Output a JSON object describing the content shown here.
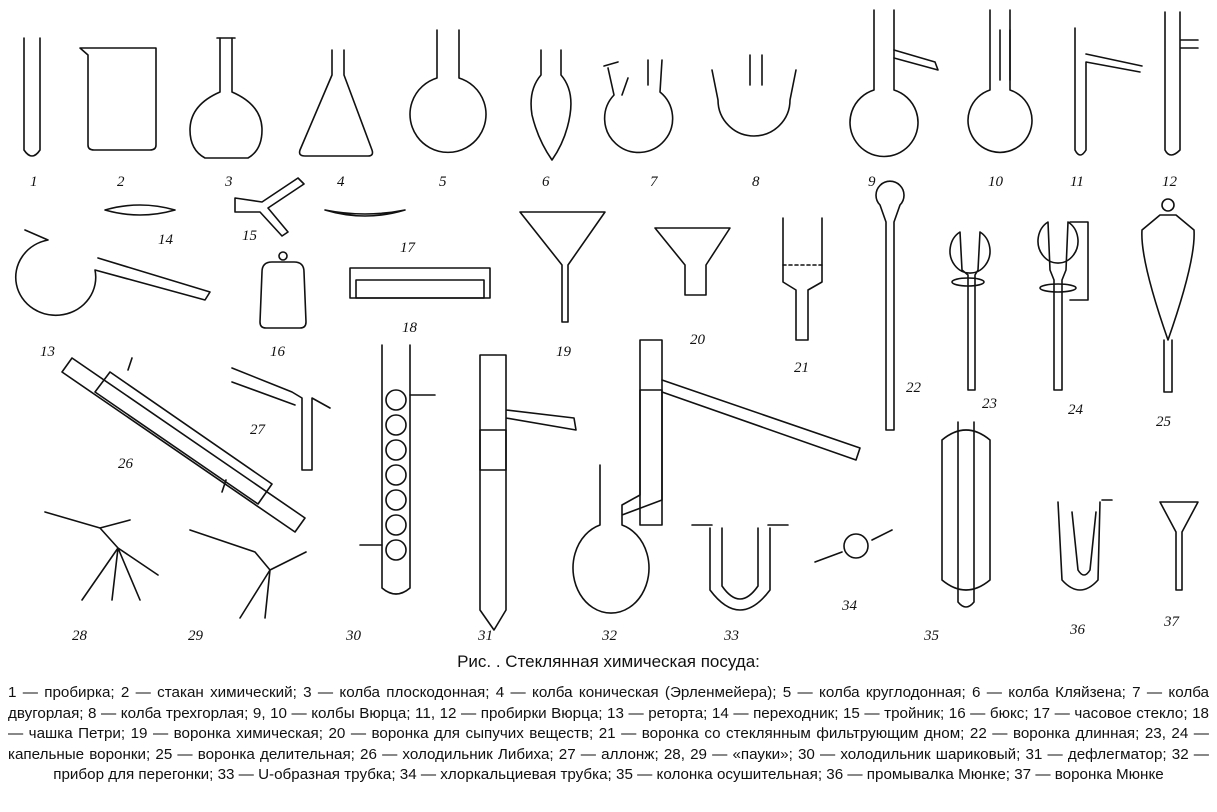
{
  "figure": {
    "labels": [
      "1",
      "2",
      "3",
      "4",
      "5",
      "6",
      "7",
      "8",
      "9",
      "10",
      "11",
      "12",
      "13",
      "14",
      "15",
      "16",
      "17",
      "18",
      "19",
      "20",
      "21",
      "22",
      "23",
      "24",
      "25",
      "26",
      "27",
      "28",
      "29",
      "30",
      "31",
      "32",
      "33",
      "34",
      "35",
      "36",
      "37"
    ]
  },
  "caption": "Рис.   . Стеклянная химическая посуда:",
  "legend": "1 — пробирка; 2 — стакан химический; 3 — колба плоскодонная; 4 — колба коническая (Эрленмейера); 5 — колба круглодонная; 6 — колба Кляйзена; 7 — колба двугорлая; 8 — колба трехгорлая; 9, 10 — колбы Вюрца; 11, 12 — пробирки Вюрца; 13 — реторта; 14 — переходник; 15 — тройник; 16 — бюкс; 17 — часовое стекло; 18 — чашка Петри; 19 — воронка химическая; 20 — воронка для сыпучих веществ; 21 — воронка со стеклянным фильтрующим дном; 22 — воронка длинная; 23, 24 — капельные воронки; 25 — воронка делительная; 26 — холодильник Либиха; 27 — аллонж; 28, 29 — «пауки»; 30 — холодильник шариковый; 31 — дефлегматор; 32 — прибор для перегонки; 33 — U-образная трубка; 34 — хлоркальциевая трубка; 35 — колонка осушительная; 36 — промывалка Мюнке; 37 — воронка Мюнке"
}
